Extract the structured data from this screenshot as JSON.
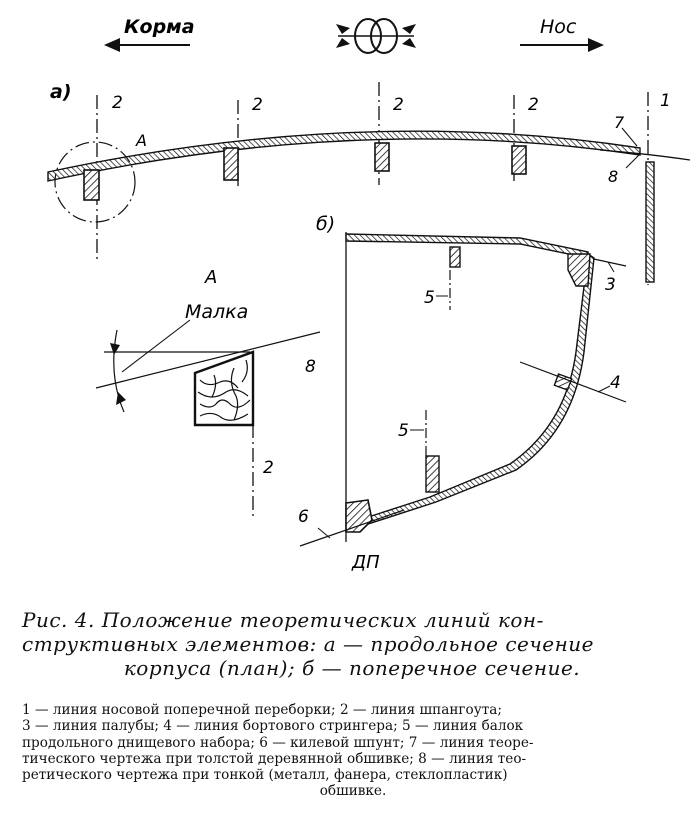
{
  "directions": {
    "stern": "Корма",
    "bow": "Нос"
  },
  "panel_a": {
    "label": "а)",
    "frame_labels": [
      "2",
      "2",
      "2",
      "2"
    ],
    "bulkhead_label": "1",
    "thick_line_label": "7",
    "thin_line_label": "8",
    "detail_label": "А"
  },
  "detail": {
    "title": "А",
    "bevel_label": "Малка",
    "line_label": "8",
    "frame_label": "2"
  },
  "panel_b": {
    "label": "б)",
    "deck_label": "3",
    "stringer_label": "4",
    "girder_label_top": "5",
    "girder_label_bottom": "5",
    "keel_label": "6",
    "centerline_label": "ДП"
  },
  "caption": {
    "lines": [
      "Рис. 4. Положение теоретических линий кон-",
      "структивных элементов: а — продольное сечение",
      "корпуса (план); б — поперечное сечение."
    ]
  },
  "legend": {
    "lines": [
      "1 — линия носовой поперечной переборки; 2 — линия шпангоута;",
      "3 — линия палубы; 4 — линия бортового стрингера; 5 — линия балок",
      "продольного днищевого набора; 6 — килевой шпунт; 7 — линия теоре-",
      "тического чертежа при толстой деревянной обшивке; 8 — линия тео-",
      "ретического чертежа при тонкой (металл, фанера, стеклопластик)",
      "обшивке."
    ]
  }
}
